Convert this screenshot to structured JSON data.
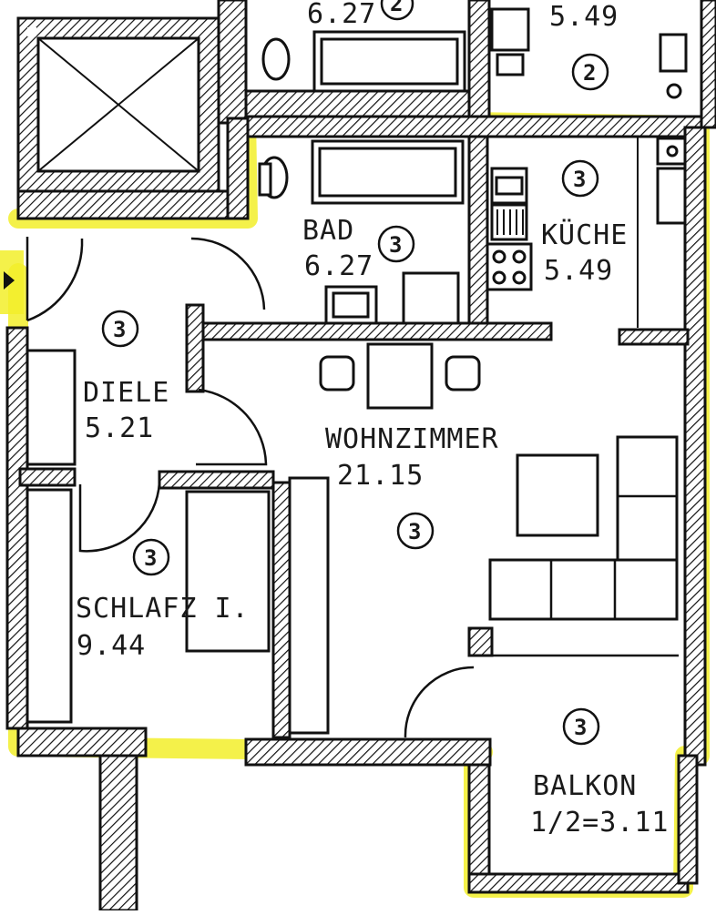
{
  "plan": {
    "rooms": [
      {
        "key": "bad_top",
        "name": "",
        "area": "6.27",
        "unit_no": "2"
      },
      {
        "key": "kueche_top",
        "name": "",
        "area": "5.49",
        "unit_no": "2"
      },
      {
        "key": "bad",
        "name": "BAD",
        "area": "6.27",
        "unit_no": "3"
      },
      {
        "key": "kueche",
        "name": "KÜCHE",
        "area": "5.49",
        "unit_no": "3"
      },
      {
        "key": "diele",
        "name": "DIELE",
        "area": "5.21",
        "unit_no": "3"
      },
      {
        "key": "wohnzimmer",
        "name": "WOHNZIMMER",
        "area": "21.15",
        "unit_no": "3"
      },
      {
        "key": "schlafzimmer",
        "name": "SCHLAFZ I.",
        "area": "9.44",
        "unit_no": "3"
      },
      {
        "key": "balkon",
        "name": "BALKON",
        "area": "1/2=3.11",
        "unit_no": "3"
      }
    ],
    "colors": {
      "walls": "#111111",
      "highlight": "#f2ee2a",
      "background": "#ffffff"
    }
  }
}
